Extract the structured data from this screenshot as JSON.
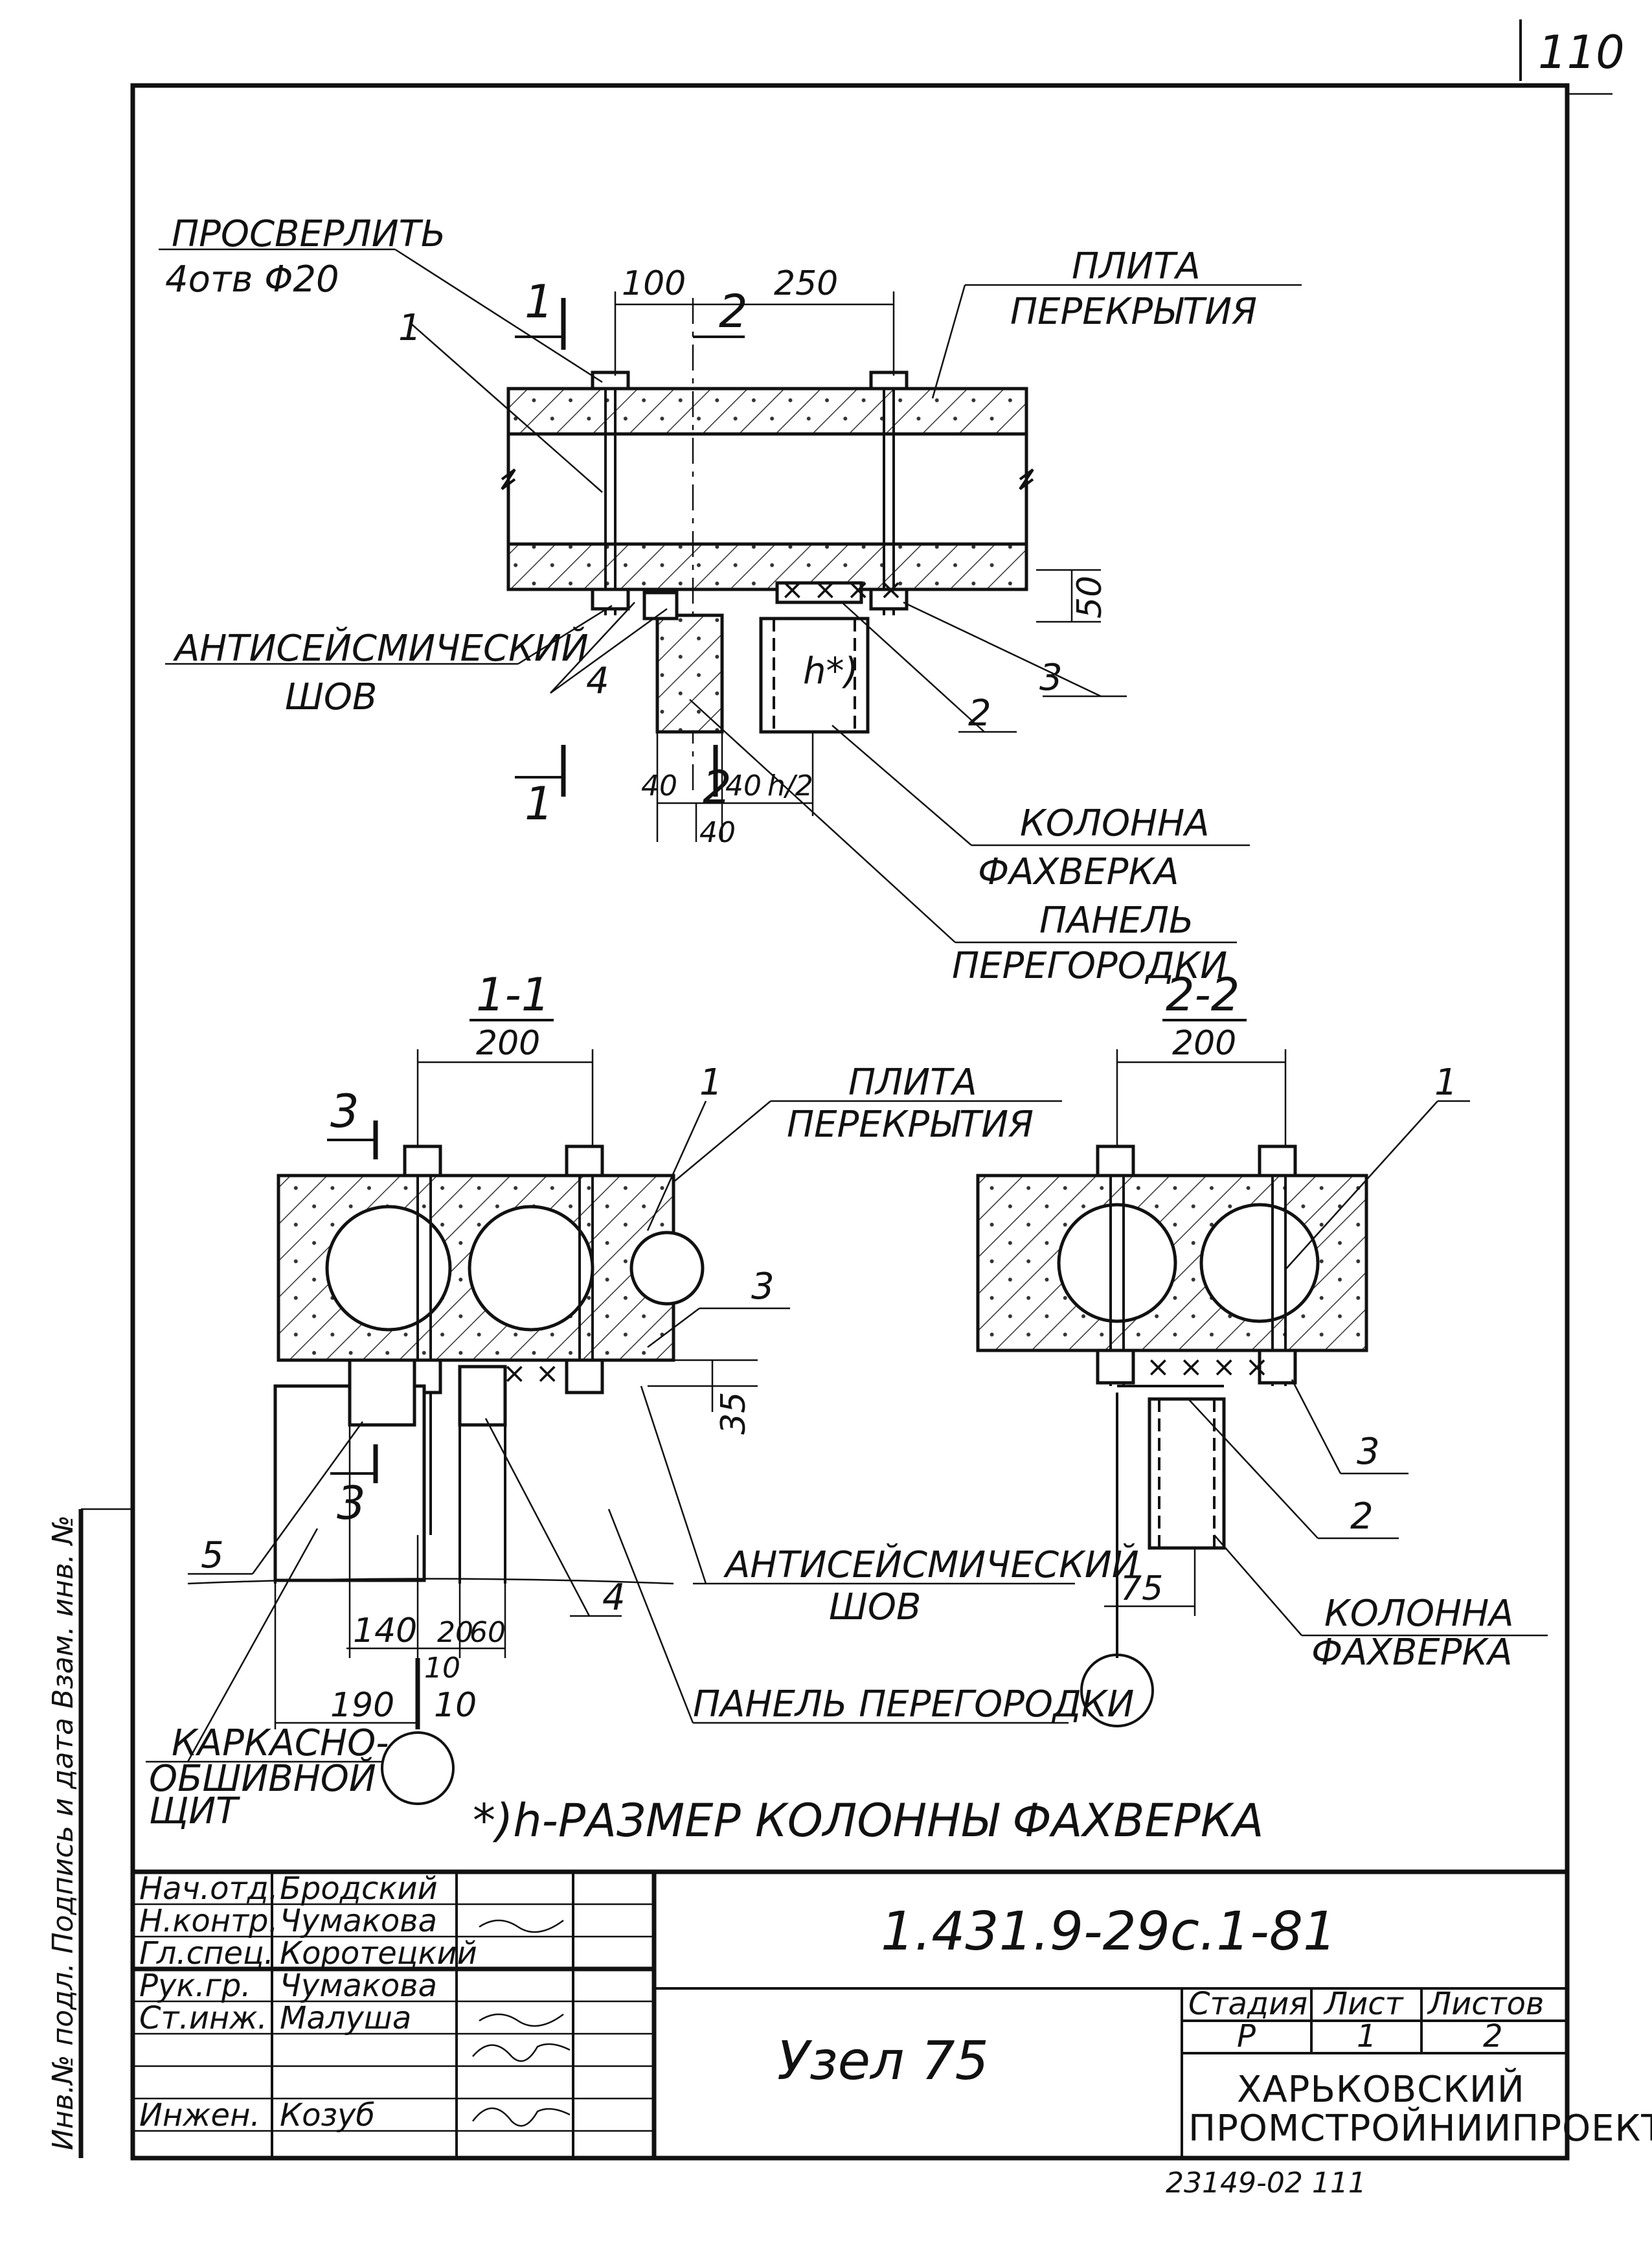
{
  "sheet_number": "110",
  "top_view": {
    "drill_note_line1": "ПРОСВЕРЛИТЬ",
    "drill_note_line2": "4отв Φ20",
    "slab_label_line1": "ПЛИТА",
    "slab_label_line2": "ПЕРЕКРЫТИЯ",
    "dim_100": "100",
    "dim_250": "250",
    "dim_50": "50",
    "dim_40a": "40",
    "dim_40b": "40",
    "dim_40c": "40",
    "dim_h2": "h/2",
    "h_mark": "h*)",
    "section_1": "1",
    "section_2": "2",
    "pos_1": "1",
    "pos_2": "2",
    "pos_3": "3",
    "pos_4": "4",
    "seam_label_line1": "АНТИСЕЙСМИЧЕСКИЙ",
    "seam_label_line2": "ШОВ",
    "column_label_line1": "КОЛОННА",
    "column_label_line2": "ФАХВЕРКА",
    "panel_label_line1": "ПАНЕЛЬ",
    "panel_label_line2": "ПЕРЕГОРОДКИ"
  },
  "section_1_1": {
    "title": "1-1",
    "dim_200": "200",
    "section_3": "3",
    "pos_1": "1",
    "pos_3": "3",
    "pos_4": "4",
    "pos_5": "5",
    "slab_label_line1": "ПЛИТА",
    "slab_label_line2": "ПЕРЕКРЫТИЯ",
    "dim_35": "35",
    "dim_140": "140",
    "dim_20": "20",
    "dim_60": "60",
    "dim_10a": "10",
    "dim_190": "190",
    "dim_10b": "10",
    "seam_label_line1": "АНТИСЕЙСМИЧЕСКИЙ",
    "seam_label_line2": "ШОВ",
    "panel_label": "ПАНЕЛЬ ПЕРЕГОРОДКИ",
    "frame_label_line1": "КАРКАСНО-",
    "frame_label_line2": "ОБШИВНОЙ",
    "frame_label_line3": "ЩИТ"
  },
  "section_2_2": {
    "title": "2-2",
    "dim_200": "200",
    "dim_75": "75",
    "pos_1": "1",
    "pos_2": "2",
    "pos_3": "3",
    "column_label_line1": "КОЛОННА",
    "column_label_line2": "ФАХВЕРКА"
  },
  "footnote": "*)h-РАЗМЕР КОЛОННЫ ФАХВЕРКА",
  "side_stamp": "Инв.№ подл.  Подпись и дата  Взам. инв. №",
  "title_block": {
    "roles": [
      "Нач.отд.",
      "Н.контр.",
      "Гл.спец.",
      "Рук.гр.",
      "Ст.инж.",
      "",
      "Инжен."
    ],
    "names": [
      "Бродский",
      "Чумакова",
      "Коротецкий",
      "Чумакова",
      "Малуша",
      "",
      "Козуб"
    ],
    "designation": "1.431.9-29с.1-81",
    "stage_header": "Стадия",
    "sheet_header": "Лист",
    "sheets_header": "Листов",
    "stage": "Р",
    "sheet": "1",
    "sheets": "2",
    "node_title": "Узел 75",
    "org_line1": "ХАРЬКОВСКИЙ",
    "org_line2": "ПРОМСТРОЙНИИПРОЕКТ"
  },
  "bottom_number": "23149-02    111"
}
